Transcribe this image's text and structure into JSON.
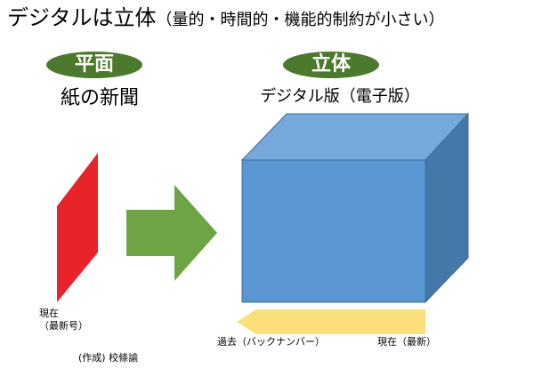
{
  "title": {
    "main": "デジタルは立体",
    "sub": "（量的・時間的・機能的制約が小さい）"
  },
  "left": {
    "badge": "平面",
    "heading": "紙の新聞",
    "label_line1": "現在",
    "label_line2": "（最新号）"
  },
  "right": {
    "badge": "立体",
    "heading": "デジタル版（電子版）",
    "past_label": "過去（バックナンバー）",
    "now_label": "現在（最新）"
  },
  "footer": {
    "author": "(作成) 校條諭"
  },
  "colors": {
    "badge_green": "#4c7a2c",
    "paper_red": "#e8232a",
    "arrow_green": "#6da544",
    "cube_front": "#5a97d2",
    "cube_top": "#76a8db",
    "cube_side": "#4478a8",
    "timeline_yellow": "#fbe07a"
  }
}
